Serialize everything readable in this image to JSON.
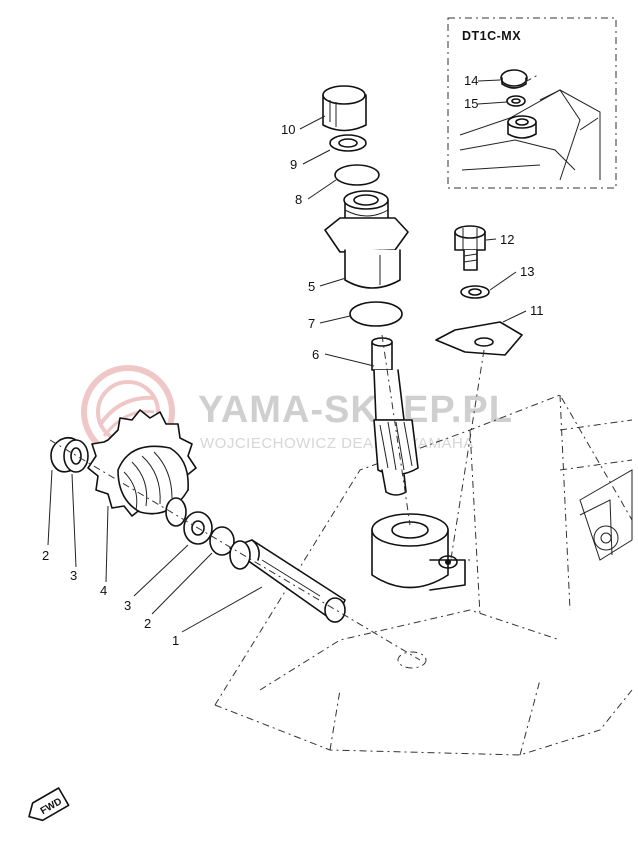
{
  "inset": {
    "title": "DT1C-MX"
  },
  "watermark": {
    "brand": "YAMA-SKLEP.PL",
    "subtitle": "WOJCIECHOWICZ DEALER YAMAHA"
  },
  "direction_badge": {
    "label": "FWD"
  },
  "callouts": {
    "part_1": "1",
    "part_2_left": "2",
    "part_2_right": "2",
    "part_3_left": "3",
    "part_3_right": "3",
    "part_4": "4",
    "part_5": "5",
    "part_6": "6",
    "part_7": "7",
    "part_8": "8",
    "part_9": "9",
    "part_10": "10",
    "part_11": "11",
    "part_12": "12",
    "part_13": "13",
    "part_14": "14",
    "part_15": "15"
  },
  "colors": {
    "line": "#111111",
    "watermark_logo": "#e8a0a0",
    "watermark_text": "#cfcfcf"
  }
}
